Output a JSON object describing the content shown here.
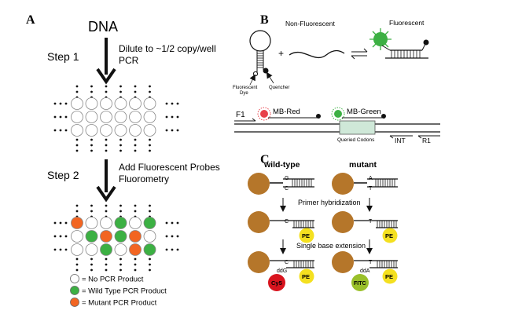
{
  "panel_a": {
    "letter": "A",
    "dna_label": "DNA",
    "step1_label": "Step 1",
    "step1_line1": "Dilute to ~1/2 copy/well",
    "step1_line2": "PCR",
    "step2_label": "Step 2",
    "step2_line1": "Add Fluorescent Probes",
    "step2_line2": "Fluorometry",
    "legend": [
      {
        "label": "= No PCR Product",
        "color": "#ffffff"
      },
      {
        "label": "= Wild Type PCR Product",
        "color": "#3cb043"
      },
      {
        "label": "= Mutant PCR Product",
        "color": "#f26522"
      }
    ],
    "plate2_pattern": [
      [
        "o",
        "w",
        "w",
        "g",
        "w",
        "g"
      ],
      [
        "w",
        "g",
        "o",
        "g",
        "o",
        "w"
      ],
      [
        "w",
        "w",
        "g",
        "w",
        "o",
        "g"
      ]
    ]
  },
  "panel_b": {
    "letter": "B",
    "non_fluorescent": "Non-Fluorescent",
    "fluorescent": "Fluorescent",
    "plus": "+",
    "dye_line1": "Fluorescent",
    "dye_line2": "Dye",
    "quencher": "Quencher",
    "f1": "F1",
    "mb_red": "MB-Red",
    "mb_green": "MB-Green",
    "queried_codons": "Queried Codons",
    "int": "INT",
    "r1": "R1",
    "colors": {
      "red": "#e8404a",
      "green": "#3cb043",
      "codon_box": "#cfe8d8"
    }
  },
  "panel_c": {
    "letter": "C",
    "wild_type": "wild-type",
    "mutant": "mutant",
    "primer_hybridization": "Primer hybridization",
    "single_base_extension": "Single base extension",
    "wt_base_top": "G",
    "wt_base_bottom": "C",
    "mut_base_top": "A",
    "mut_base_bottom": "T",
    "pe": "PE",
    "ddg": "ddG",
    "dda": "ddA",
    "cy5": "Cy5",
    "fitc": "FITC",
    "colors": {
      "bead": "#b5762a",
      "pe": "#f4e020",
      "cy5": "#d8141e",
      "fitc": "#9ac02a"
    }
  }
}
